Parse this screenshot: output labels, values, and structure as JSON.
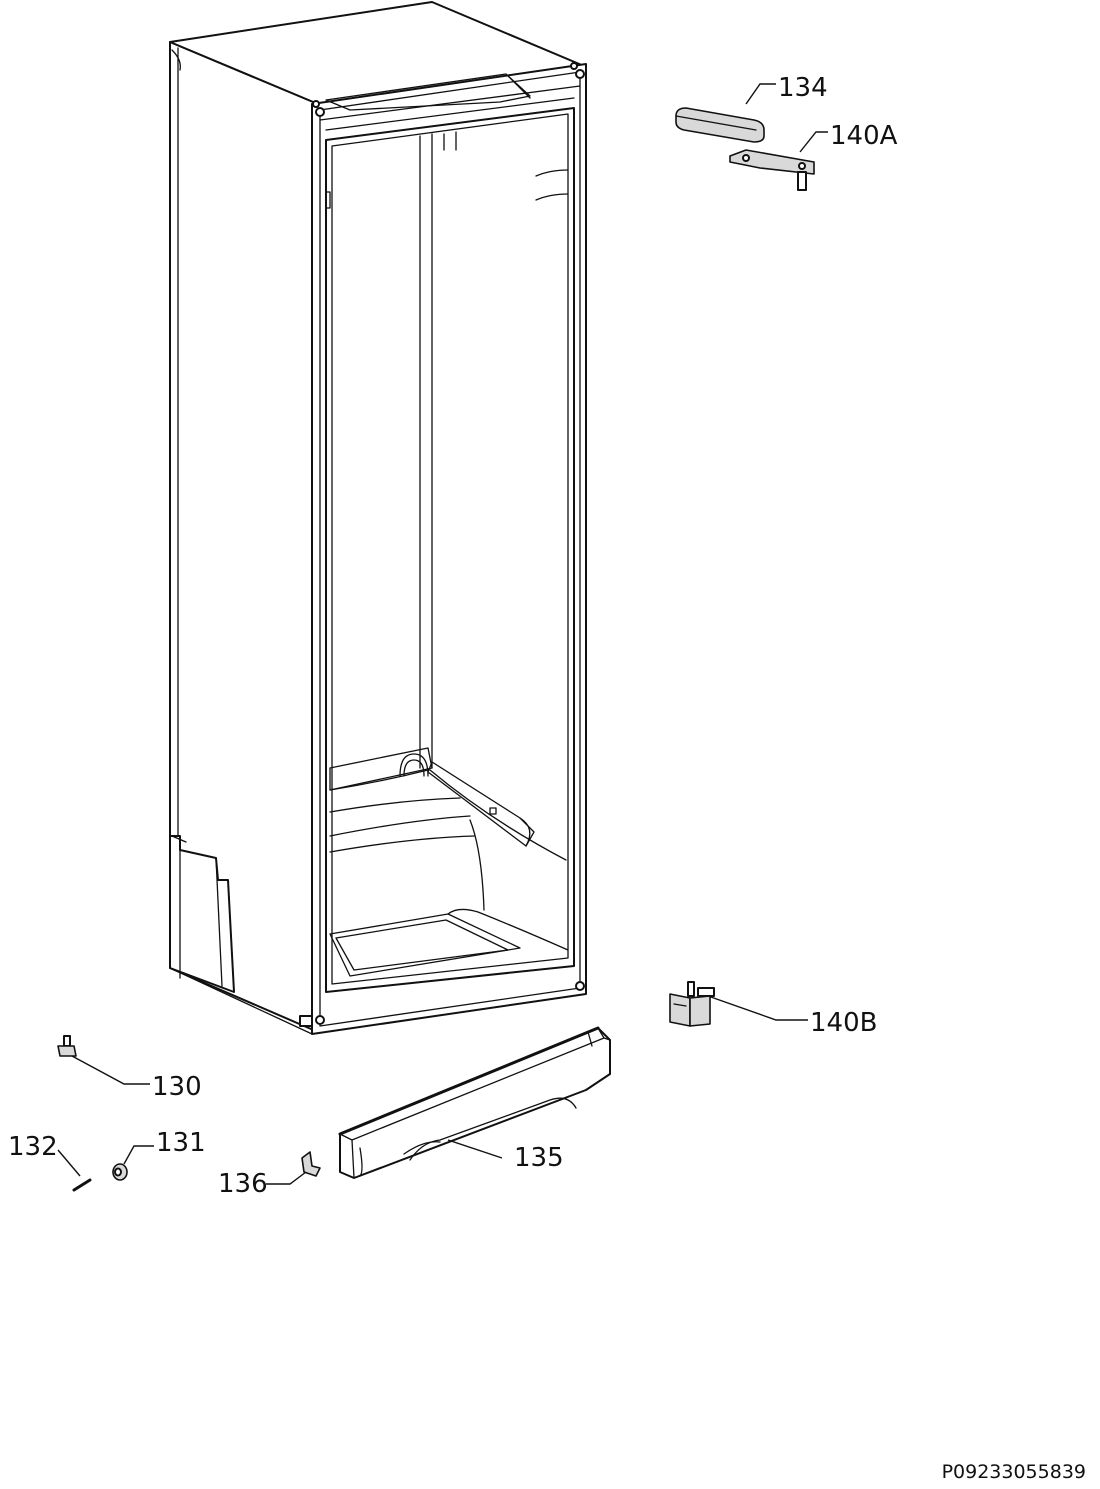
{
  "diagram": {
    "callouts": {
      "c134": "134",
      "c140A": "140A",
      "c140B": "140B",
      "c130": "130",
      "c131": "131",
      "c132": "132",
      "c136": "136",
      "c135": "135"
    },
    "document_number": "P09233055839"
  }
}
